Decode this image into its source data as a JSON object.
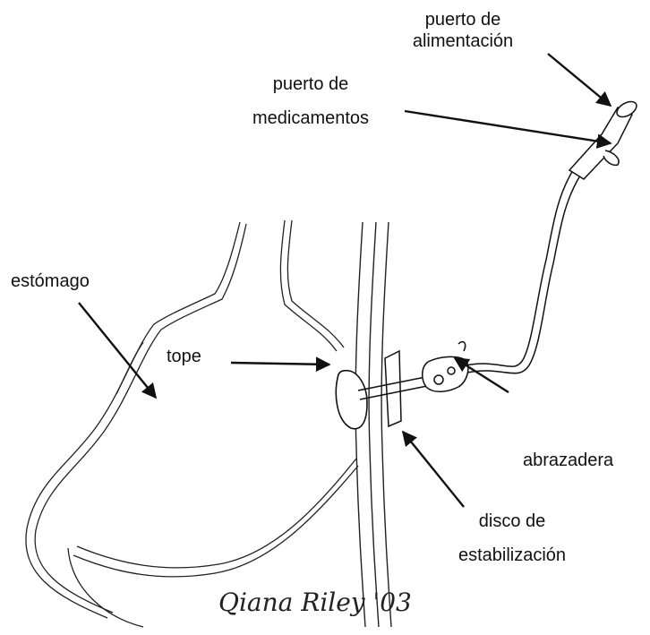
{
  "labels": {
    "feeding_port_line1": "puerto de",
    "feeding_port_line2": "alimentación",
    "med_port_line1": "puerto de",
    "med_port_line2": "medicamentos",
    "stomach": "estómago",
    "bumper": "tope",
    "clamp": "abrazadera",
    "disc_line1": "disco de",
    "disc_line2": "estabilización"
  },
  "signature": "Qiana Riley '03",
  "colors": {
    "ink": "#111111",
    "background": "#ffffff"
  }
}
